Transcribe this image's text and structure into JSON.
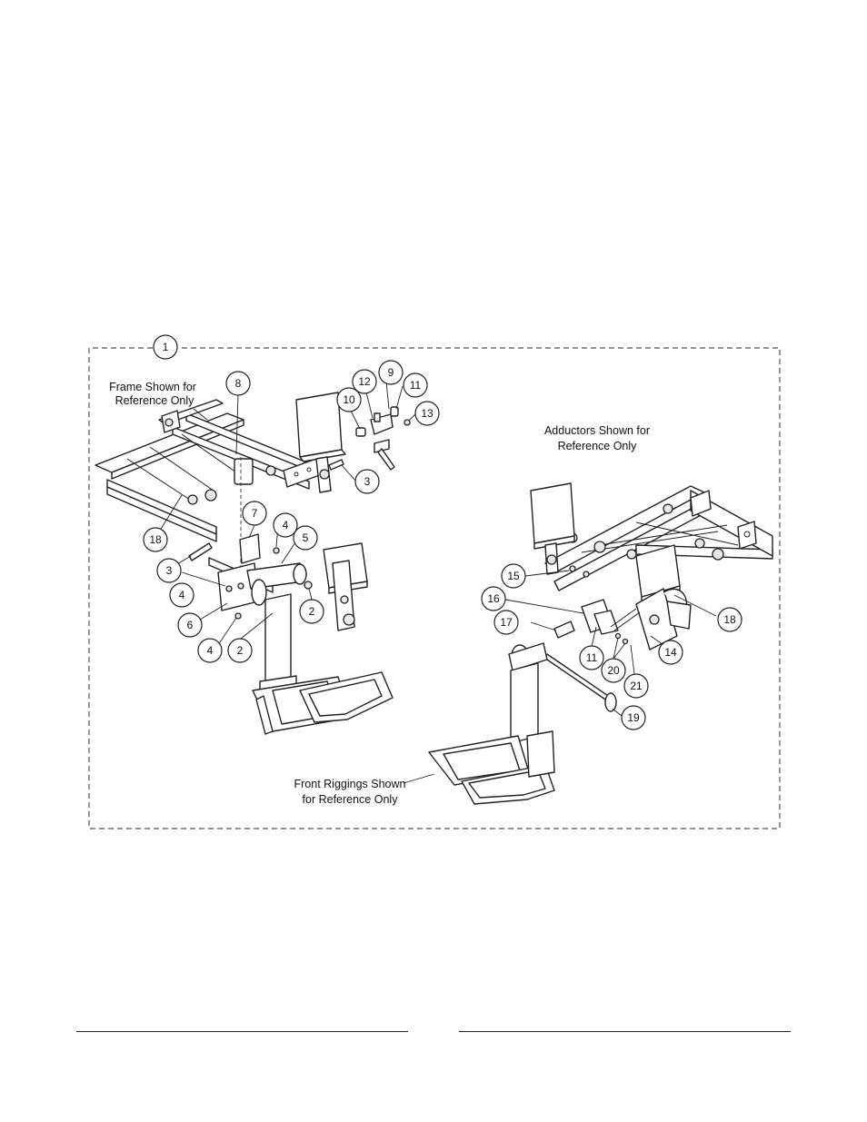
{
  "callouts": [
    "1",
    "8",
    "12",
    "9",
    "11",
    "10",
    "13",
    "3",
    "18",
    "7",
    "4",
    "5",
    "3",
    "4",
    "2",
    "6",
    "4",
    "2",
    "15",
    "16",
    "17",
    "11",
    "20",
    "21",
    "14",
    "18",
    "19"
  ],
  "notes": {
    "frame": [
      "Frame Shown for",
      "Reference Only"
    ],
    "adductors": [
      "Adductors Shown for",
      "Reference Only"
    ],
    "front_riggings": [
      "Front Riggings Shown",
      "for Reference Only"
    ]
  }
}
